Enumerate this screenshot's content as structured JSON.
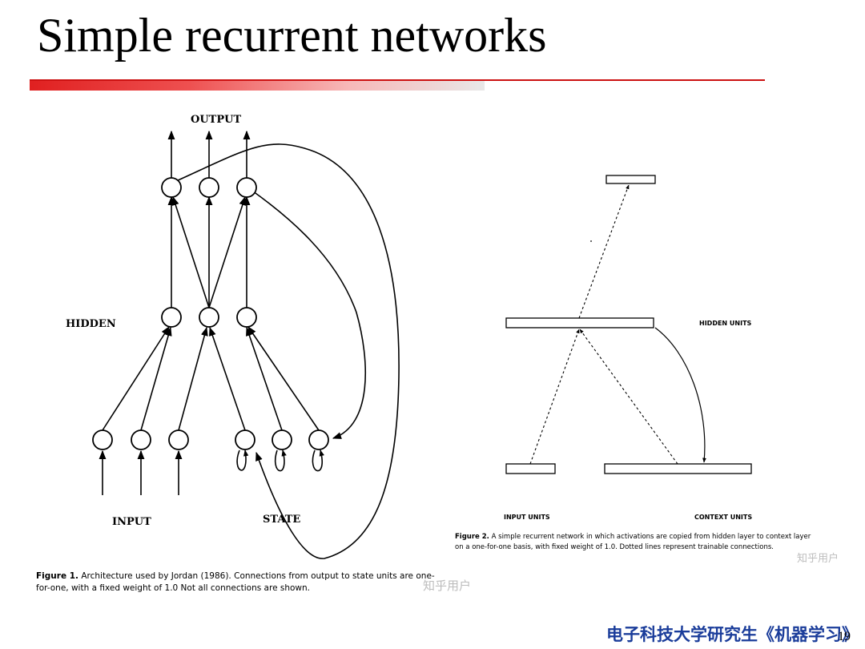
{
  "slide": {
    "title": "Simple recurrent networks",
    "footer": "电子科技大学研究生《机器学习》",
    "page_number": "19"
  },
  "figure1": {
    "output_label": "OUTPUT",
    "hidden_label": "HIDDEN",
    "input_label": "INPUT",
    "state_label": "STATE",
    "caption_bold": "Figure 1.",
    "caption_text": " Architecture used by Jordan (1986). Connections from output to state units are one-for-one, with a fixed weight of 1.0 Not all connections are shown."
  },
  "figure2": {
    "hidden_units_label": "HIDDEN UNITS",
    "input_units_label": "INPUT UNITS",
    "context_units_label": "CONTEXT UNITS",
    "caption_bold": "Figure 2.",
    "caption_text": " A simple recurrent network in which activations are copied from hidden layer to context layer on a one-for-one basis, with fixed weight of 1.0. Dotted lines represent trainable connections."
  },
  "watermark": "知乎用户"
}
